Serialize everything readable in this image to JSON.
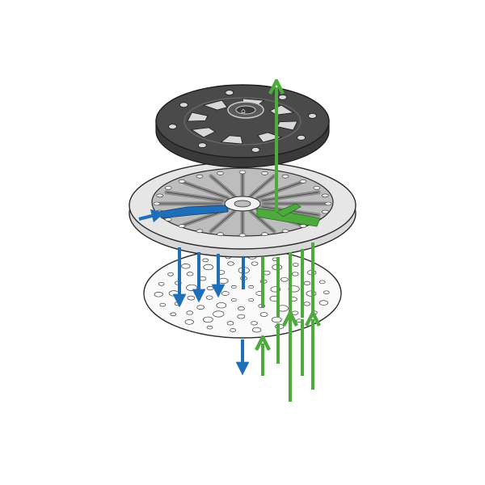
{
  "diagram": {
    "colors": {
      "background": "#ffffff",
      "outline": "#2b2b2b",
      "pad_dark": "#4a4a4a",
      "pad_slot": "#d8d8d8",
      "plate_rim": "#e6e6e6",
      "plate_inner": "#bdbdbd",
      "spoke": "#8c8c8c",
      "disc_fill": "#fafafa",
      "flow_in": "#1f6fb8",
      "flow_out": "#4cab3c"
    },
    "layers": [
      {
        "name": "backing-pad",
        "icon": "sanding-pad-icon"
      },
      {
        "name": "interface-plate",
        "icon": "multi-channel-plate-icon"
      },
      {
        "name": "abrasive-disc",
        "icon": "perforated-disc-icon"
      }
    ],
    "flows": [
      {
        "name": "intake-airflow",
        "direction": "down"
      },
      {
        "name": "extraction-airflow",
        "direction": "up"
      }
    ]
  }
}
